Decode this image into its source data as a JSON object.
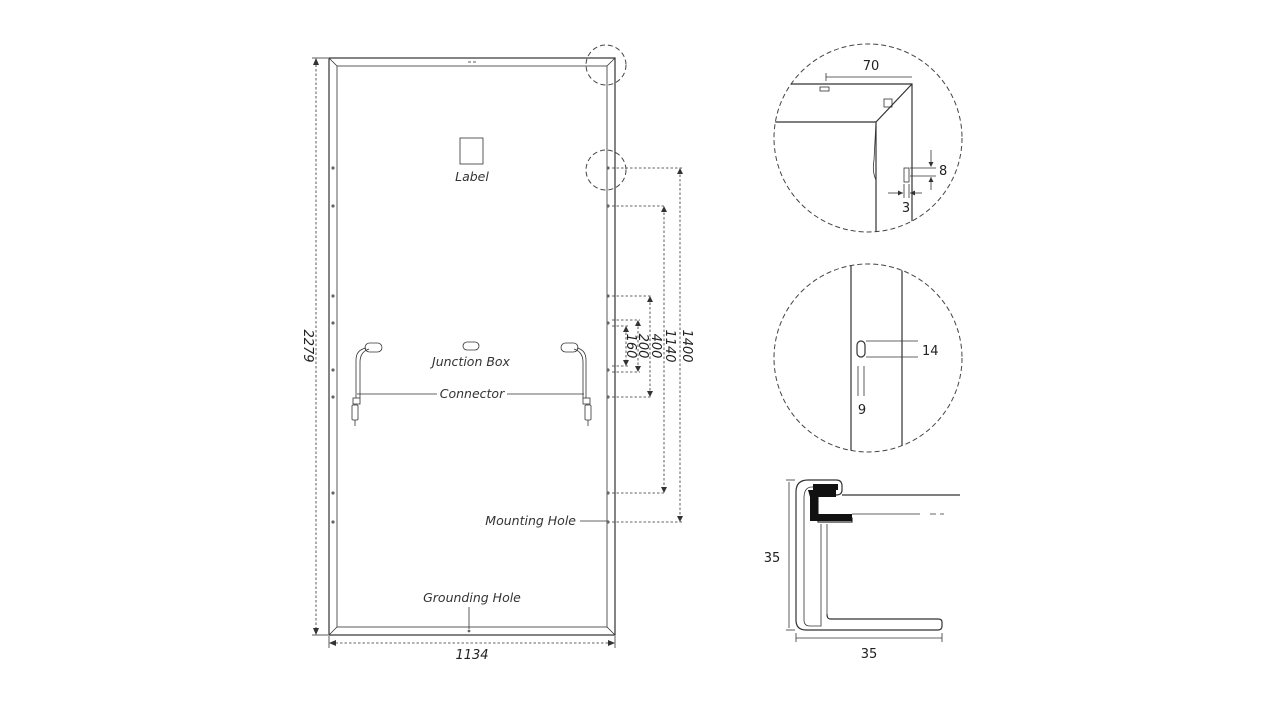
{
  "labels": {
    "label": "Label",
    "junction_box": "Junction Box",
    "connector": "Connector",
    "mounting_hole": "Mounting Hole",
    "grounding_hole": "Grounding Hole"
  },
  "dimensions": {
    "height": "2279",
    "width": "1134",
    "d1400": "1400",
    "d1140": "1140",
    "d400": "400",
    "d200": "200",
    "d160": "160"
  },
  "detail_corner": {
    "d70": "70",
    "d8": "8",
    "d3": "3"
  },
  "detail_hole": {
    "d14": "14",
    "d9": "9"
  },
  "detail_profile": {
    "height": "35",
    "width": "35"
  },
  "colors": {
    "line": "#333333",
    "background": "#ffffff"
  }
}
